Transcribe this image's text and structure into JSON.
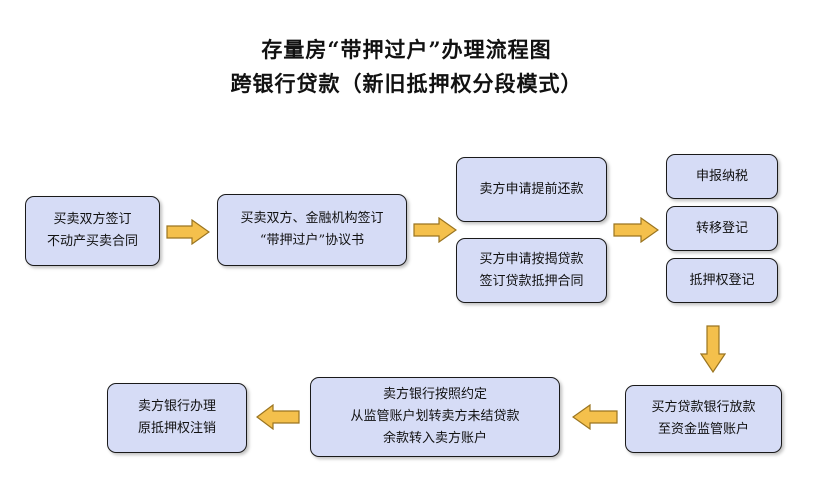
{
  "title": {
    "line1": "存量房“带押过户”办理流程图",
    "line2": "跨银行贷款（新旧抵押权分段模式）"
  },
  "steps": {
    "sign_contract": [
      "买卖双方签订",
      "不动产买卖合同"
    ],
    "sign_agreement": [
      "买卖双方、金融机构签订",
      "“带押过户”协议书"
    ],
    "seller_repay": [
      "卖方申请提前还款"
    ],
    "buyer_loan": [
      "买方申请按揭贷款",
      "签订贷款抵押合同"
    ],
    "tax": [
      "申报纳税"
    ],
    "transfer": [
      "转移登记"
    ],
    "mortgage_reg": [
      "抵押权登记"
    ],
    "buyer_bank_loan": [
      "买方贷款银行放款",
      "至资金监管账户"
    ],
    "seller_bank_transfer": [
      "卖方银行按照约定",
      "从监管账户划转卖方未结贷款",
      "余款转入卖方账户"
    ],
    "cancel_mortgage": [
      "卖方银行办理",
      "原抵押权注销"
    ]
  },
  "colors": {
    "box_fill": "#d6dcf6",
    "box_border": "#1a1a1a",
    "arrow_fill": "#f4c04c",
    "arrow_stroke": "#9a7420"
  },
  "icons": {
    "arrow": "block-arrow"
  }
}
